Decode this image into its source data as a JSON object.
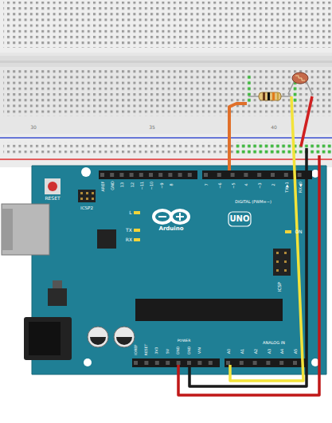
{
  "diagram": {
    "labels": [
      "30",
      "35",
      "40",
      "RESET",
      "ICSP2",
      "L",
      "TX",
      "RX",
      "UNO",
      "Arduino",
      "ON",
      "ICSP",
      "AREF",
      "GND",
      "13",
      "12",
      "~11",
      "~10",
      "~9",
      "8",
      "7",
      "~6",
      "~5",
      "4",
      "~3",
      "2",
      "TX▶1",
      "RX◀0",
      "DIGITAL (PWM=~)",
      "IOREF",
      "RESET",
      "3V3",
      "5V",
      "GND",
      "GND",
      "VIN",
      "POWER",
      "A0",
      "A1",
      "A2",
      "A3",
      "A4",
      "A5",
      "ANALOG IN"
    ]
  }
}
